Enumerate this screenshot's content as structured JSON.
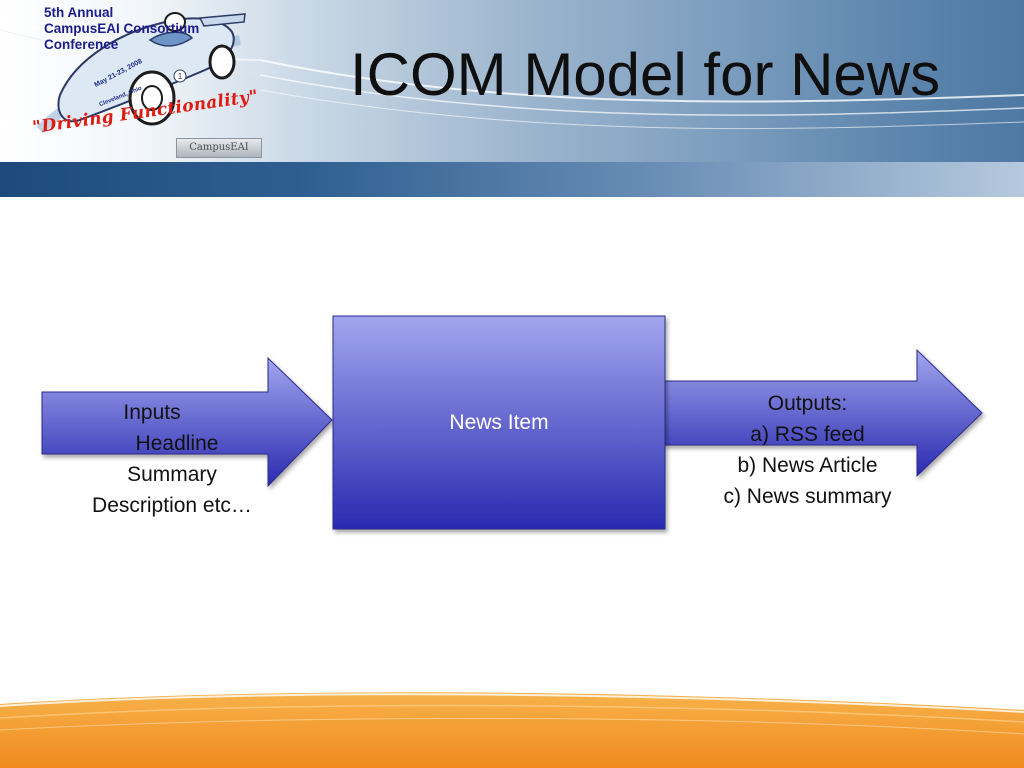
{
  "slide": {
    "title": "ICOM Model for News"
  },
  "logo": {
    "lines": [
      "5th Annual",
      "CampusEAI Consortium",
      "Conference"
    ],
    "slogan": "\"Driving Functionality\"",
    "date": "May 21-23, 2008",
    "location": "Cleveland, Ohio",
    "brand": "CampusEAI"
  },
  "diagram": {
    "input_label": [
      "Inputs",
      "Headline",
      "Summary",
      "Description etc…"
    ],
    "process_label": "News Item",
    "output_label": [
      "Outputs:",
      "a) RSS feed",
      "b) News Article",
      "c) News summary"
    ]
  },
  "colors": {
    "shape_top": "#a2a6ee",
    "shape_bottom": "#2a2ab0",
    "header_blue": "#4e79a3",
    "footer_orange": "#f08a1e"
  }
}
